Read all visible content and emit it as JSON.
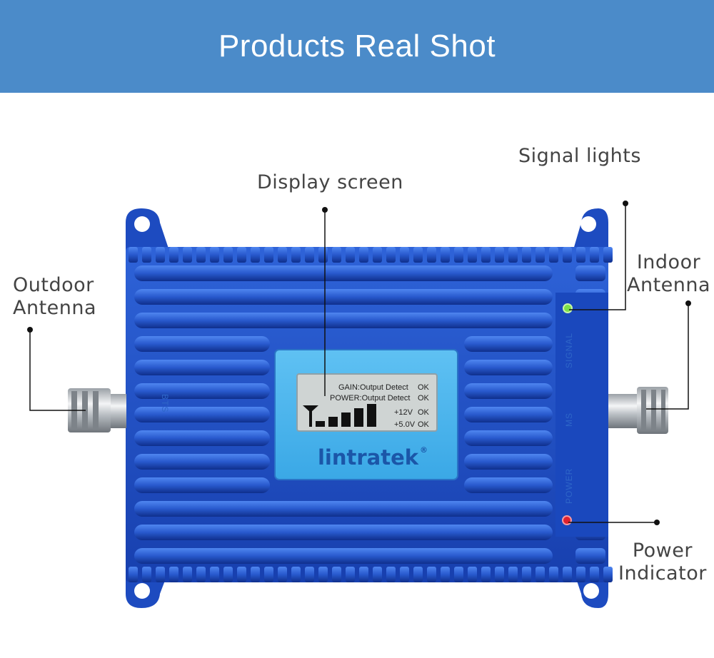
{
  "banner": {
    "title": "Products Real Shot"
  },
  "callouts": {
    "display_screen": "Display screen",
    "signal_lights": "Signal lights",
    "outdoor_antenna": [
      "Outdoor",
      "Antenna"
    ],
    "indoor_antenna": [
      "Indoor",
      "Antenna"
    ],
    "power_indicator": [
      "Power",
      "Indicator"
    ]
  },
  "lcd": {
    "row1_label": "GAIN:Output Detect",
    "row1_status": "OK",
    "row2_label": "POWER:Output Detect",
    "row2_status": "OK",
    "row3_label": "+12V",
    "row3_status": "OK",
    "row4_label": "+5.0V",
    "row4_status": "OK",
    "signal_bars": 5
  },
  "brand": {
    "name": "lintratek",
    "mark": "®"
  },
  "panel_labels": {
    "signal": "SIGNAL",
    "ms": "MS",
    "power": "POWER",
    "bts": "BTS"
  },
  "colors": {
    "banner": "#4b8bc9",
    "device": "#1f4fc4",
    "signal_led": "#7de14a",
    "power_led": "#e0212e"
  }
}
